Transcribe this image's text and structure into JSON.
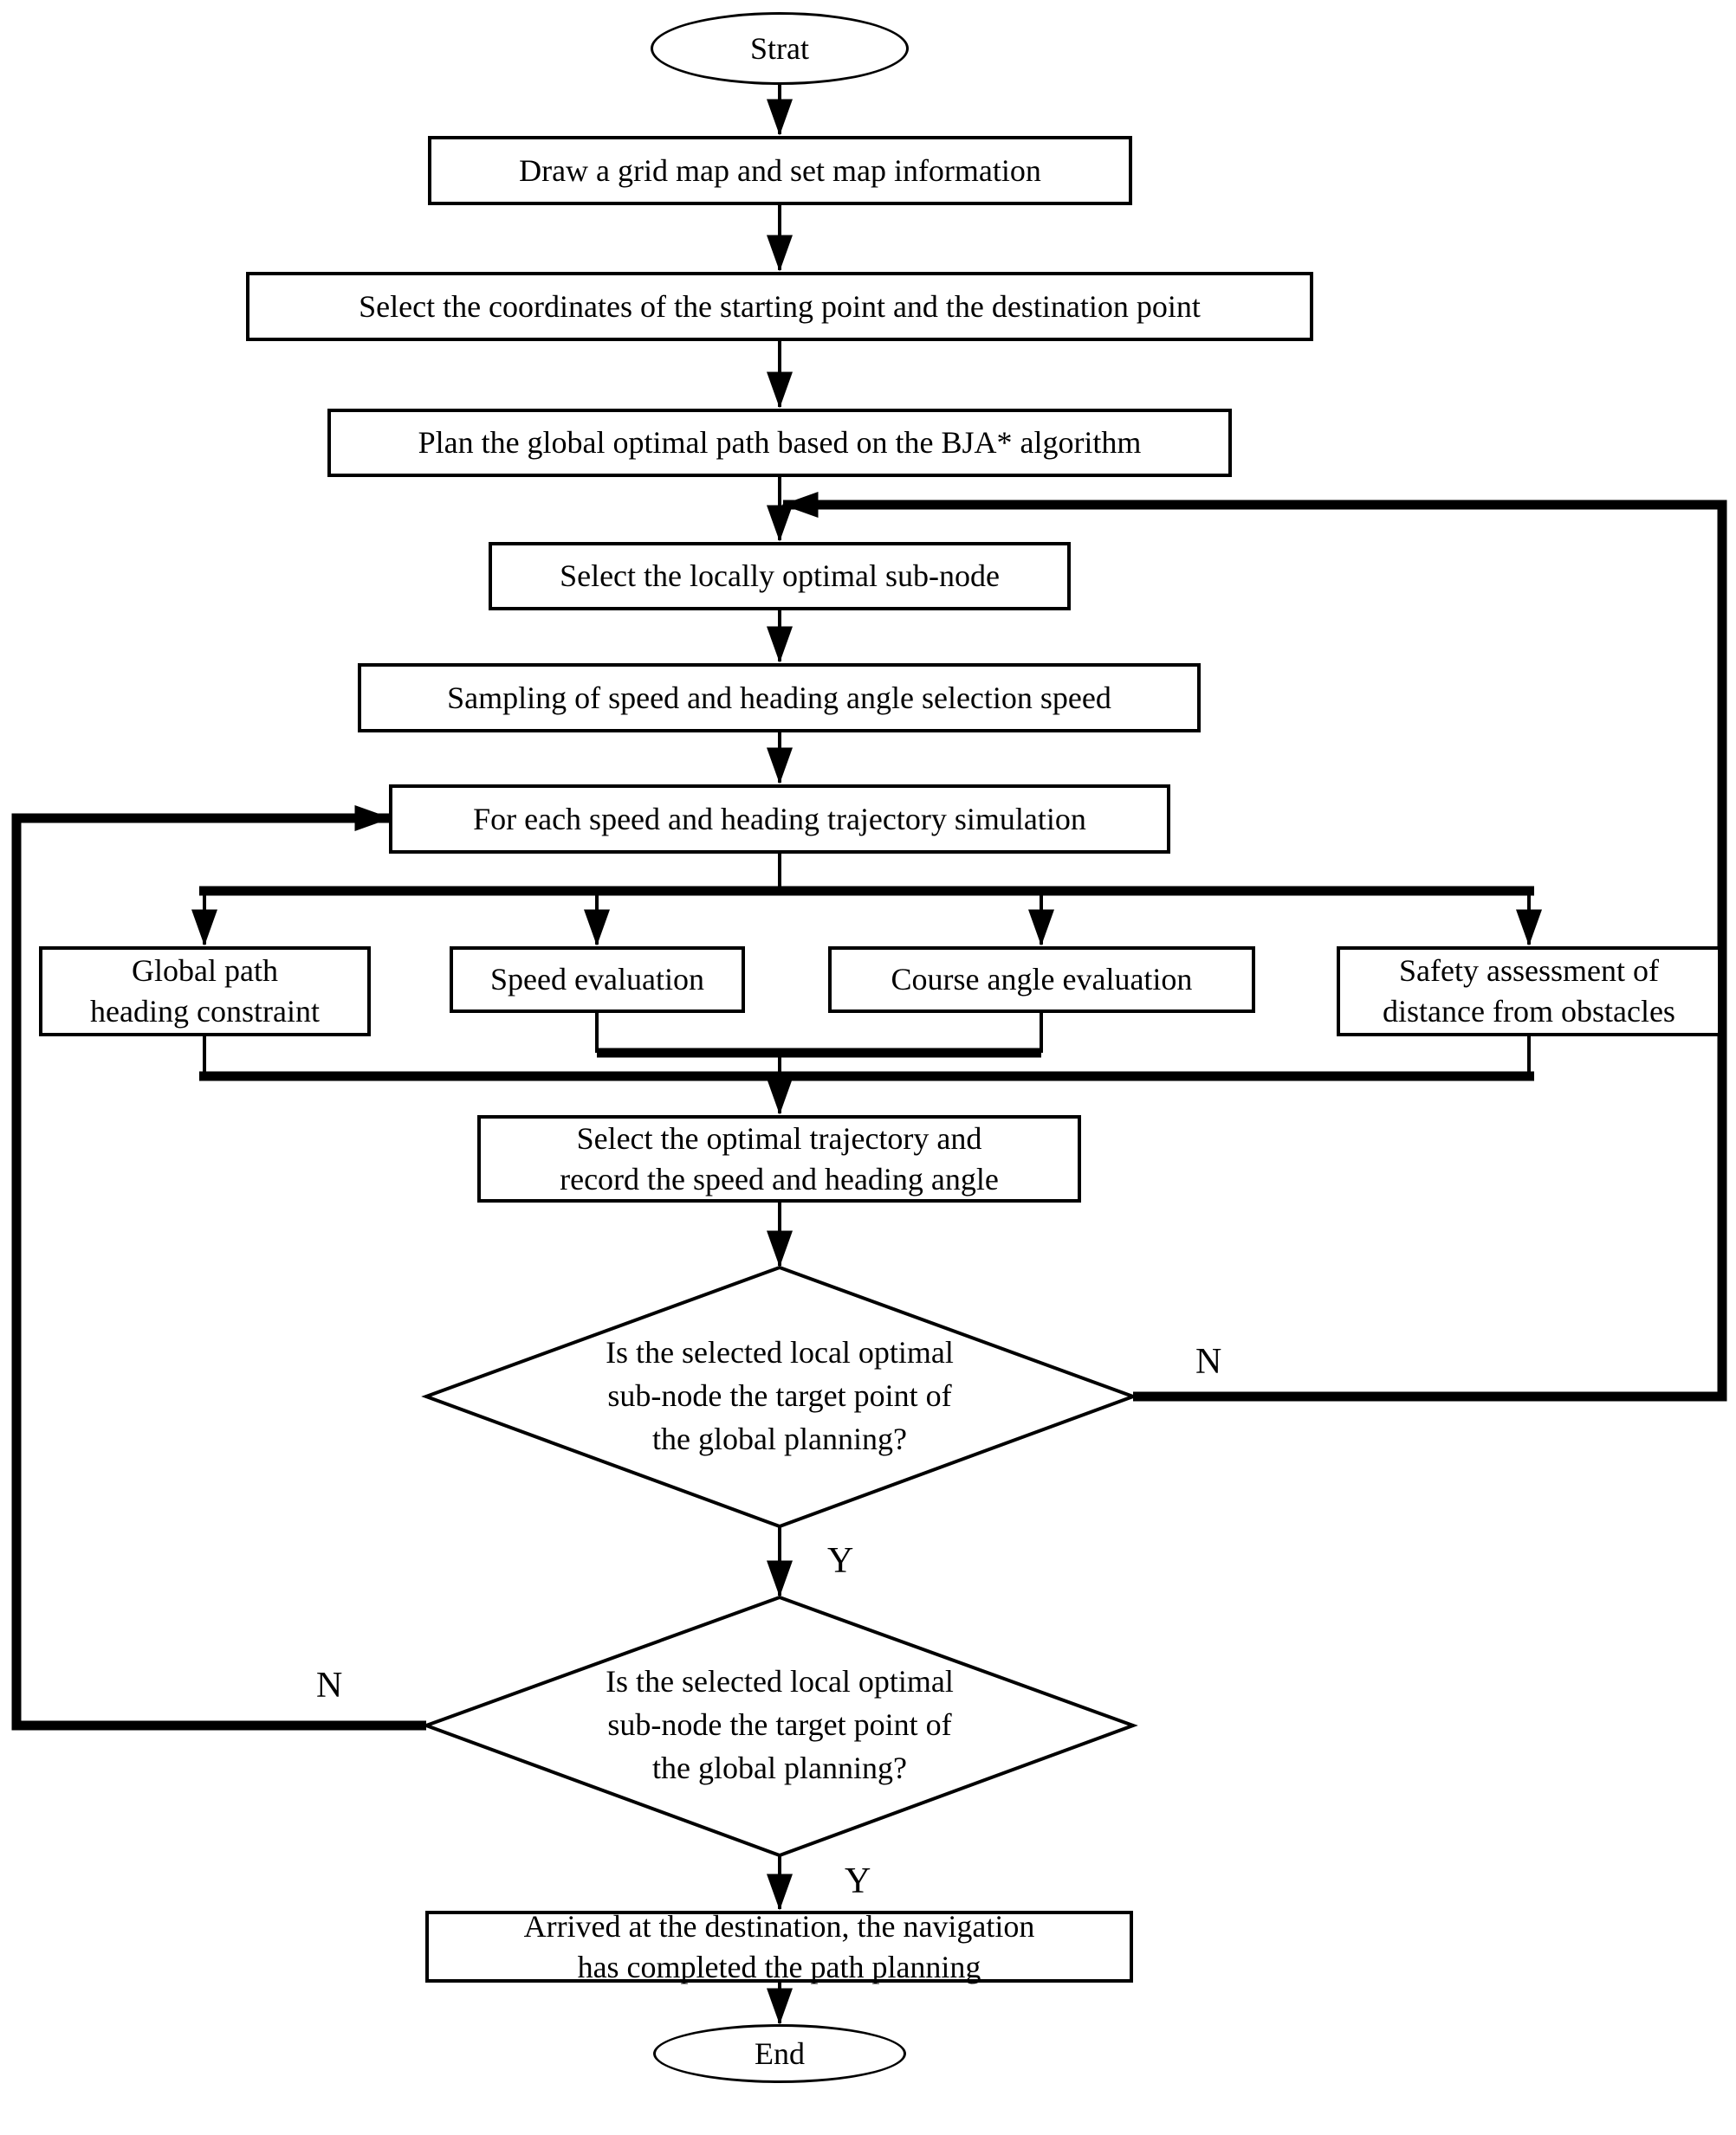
{
  "nodes": {
    "start": {
      "label": "Strat"
    },
    "draw_map": {
      "label": "Draw a grid map and set map information"
    },
    "select_coords": {
      "label": "Select the coordinates of the starting point and the destination point"
    },
    "plan_global": {
      "label": "Plan the global optimal path based on the BJA* algorithm"
    },
    "select_subnode": {
      "label": "Select the locally optimal sub-node"
    },
    "sampling": {
      "label": "Sampling of speed and heading angle selection speed"
    },
    "for_each": {
      "label": "For each speed and heading trajectory simulation"
    },
    "global_path_constraint": {
      "label": "Global path\nheading constraint"
    },
    "speed_evaluation": {
      "label": "Speed evaluation"
    },
    "course_angle_evaluation": {
      "label": "Course angle evaluation"
    },
    "safety_assessment": {
      "label": "Safety assessment of\ndistance from obstacles"
    },
    "select_trajectory": {
      "label": "Select the optimal trajectory and\nrecord the speed and heading angle"
    },
    "decision_target_1": {
      "label": "Is the selected local optimal\nsub-node the target point of\nthe global planning?"
    },
    "decision_target_2": {
      "label": "Is the selected local optimal\nsub-node the target point of\nthe global planning?"
    },
    "arrived": {
      "label": "Arrived at the destination, the navigation\nhas completed the path planning"
    },
    "end": {
      "label": "End"
    }
  },
  "edge_labels": {
    "decision1_no": "N",
    "decision1_yes": "Y",
    "decision2_no": "N",
    "decision2_yes": "Y"
  },
  "colors": {
    "line": "#000000",
    "background": "#ffffff",
    "node_fill": "#ffffff"
  }
}
